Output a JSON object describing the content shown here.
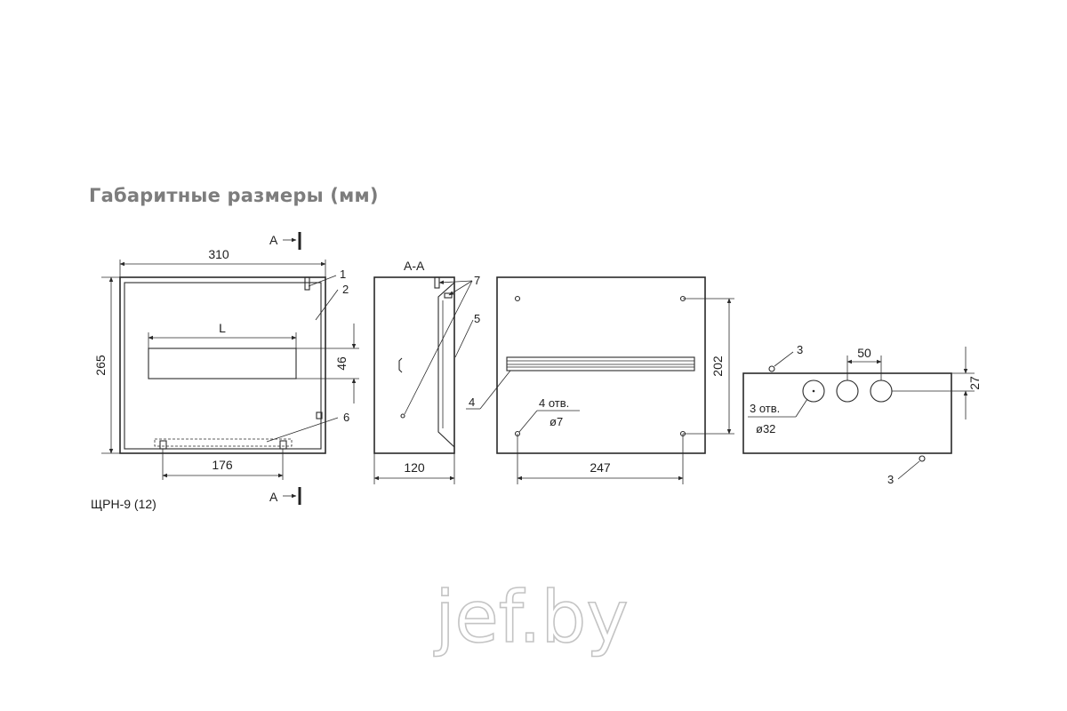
{
  "title": "Габаритные размеры (мм)",
  "model": "ЩРН-9 (12)",
  "section_marker": "А",
  "section_label": "А-А",
  "dimensions": {
    "width": "310",
    "height": "265",
    "strip_length": "L",
    "strip_height": "46",
    "rail_spacing": "176",
    "depth": "120",
    "mount_width": "247",
    "mount_height": "202",
    "hole_pitch": "50",
    "hole_offset": "27"
  },
  "callouts": {
    "c1": "1",
    "c2": "2",
    "c3": "3",
    "c4": "4",
    "c5": "5",
    "c6": "6",
    "c7": "7"
  },
  "notes": {
    "mount_holes_count": "4 отв.",
    "mount_holes_dia": "ø7",
    "entry_holes_count": "3 отв.",
    "entry_holes_dia": "ø32"
  },
  "watermark": "jef.by"
}
